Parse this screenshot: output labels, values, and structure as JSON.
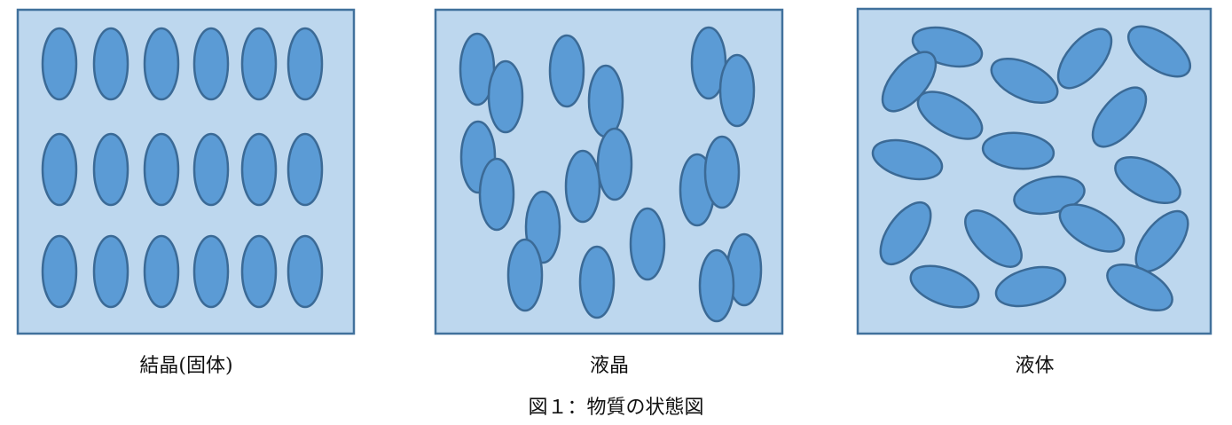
{
  "colors": {
    "panel_fill": "#bdd7ee",
    "panel_border": "#41719c",
    "molecule_fill": "#5b9bd5",
    "molecule_stroke": "#3b6a96"
  },
  "panels": [
    {
      "id": "crystal",
      "label": "結晶(固体)",
      "molecule_shape": "ellipse-molecule"
    },
    {
      "id": "liquid-crystal",
      "label": "液晶",
      "molecule_shape": "ellipse-molecule"
    },
    {
      "id": "liquid",
      "label": "液体",
      "molecule_shape": "ellipse-molecule"
    }
  ],
  "caption": "図１：物質の状態図"
}
